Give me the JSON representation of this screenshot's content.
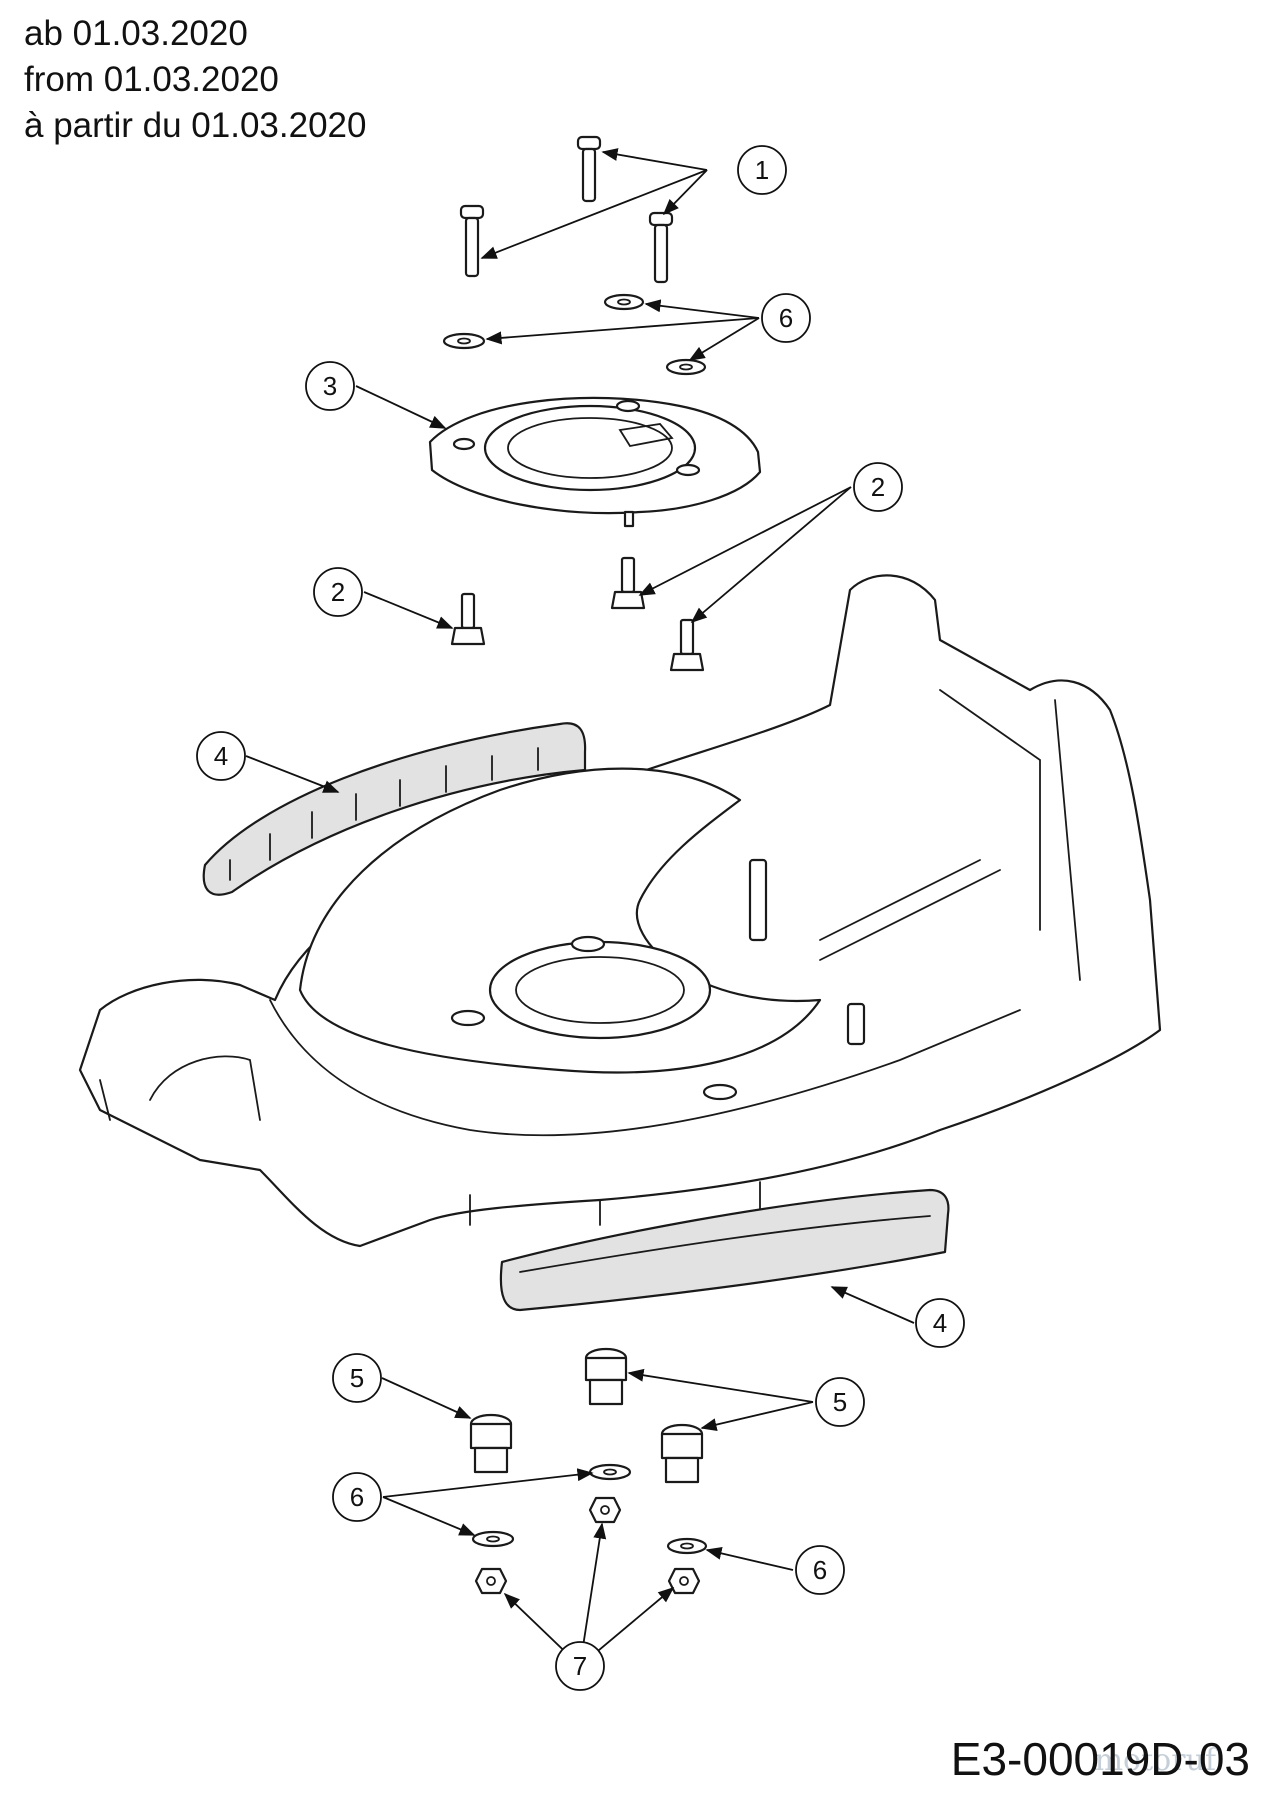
{
  "header": {
    "line_de": "ab 01.03.2020",
    "line_en": "from 01.03.2020",
    "line_fr": "à partir du 01.03.2020"
  },
  "footer": {
    "drawing_code": "E3-00019D-03",
    "watermark": "motoruf"
  },
  "callouts": [
    {
      "id": "c1",
      "label": "1"
    },
    {
      "id": "c6a",
      "label": "6"
    },
    {
      "id": "c3",
      "label": "3"
    },
    {
      "id": "c2a",
      "label": "2"
    },
    {
      "id": "c2b",
      "label": "2"
    },
    {
      "id": "c4a",
      "label": "4"
    },
    {
      "id": "c4b",
      "label": "4"
    },
    {
      "id": "c5a",
      "label": "5"
    },
    {
      "id": "c5b",
      "label": "5"
    },
    {
      "id": "c6b",
      "label": "6"
    },
    {
      "id": "c6c",
      "label": "6"
    },
    {
      "id": "c7",
      "label": "7"
    }
  ]
}
